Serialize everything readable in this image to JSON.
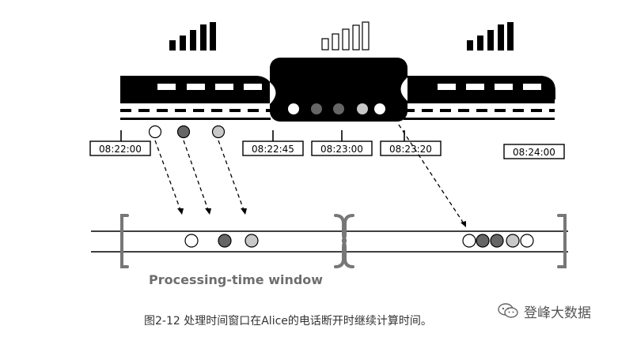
{
  "timestamps": [
    "08:22:00",
    "08:22:45",
    "08:23:00",
    "08:23:20",
    "08:24:00"
  ],
  "window_label": "Processing-time window",
  "caption": "图2-12  处理时间窗口在Alice的电话断开时继续计算时间。",
  "watermark": "登峰大数据",
  "icons": {
    "signal_strong": "signal-bars-icon",
    "signal_weak": "signal-bars-weak-icon",
    "watermark": "wechat-icon"
  },
  "colors": {
    "ink": "#000000",
    "ball_white": "#ffffff",
    "ball_dark": "#5f5f5f",
    "ball_light": "#c3c3c3",
    "caption": "#333333",
    "window_label": "#6e6e6e"
  }
}
